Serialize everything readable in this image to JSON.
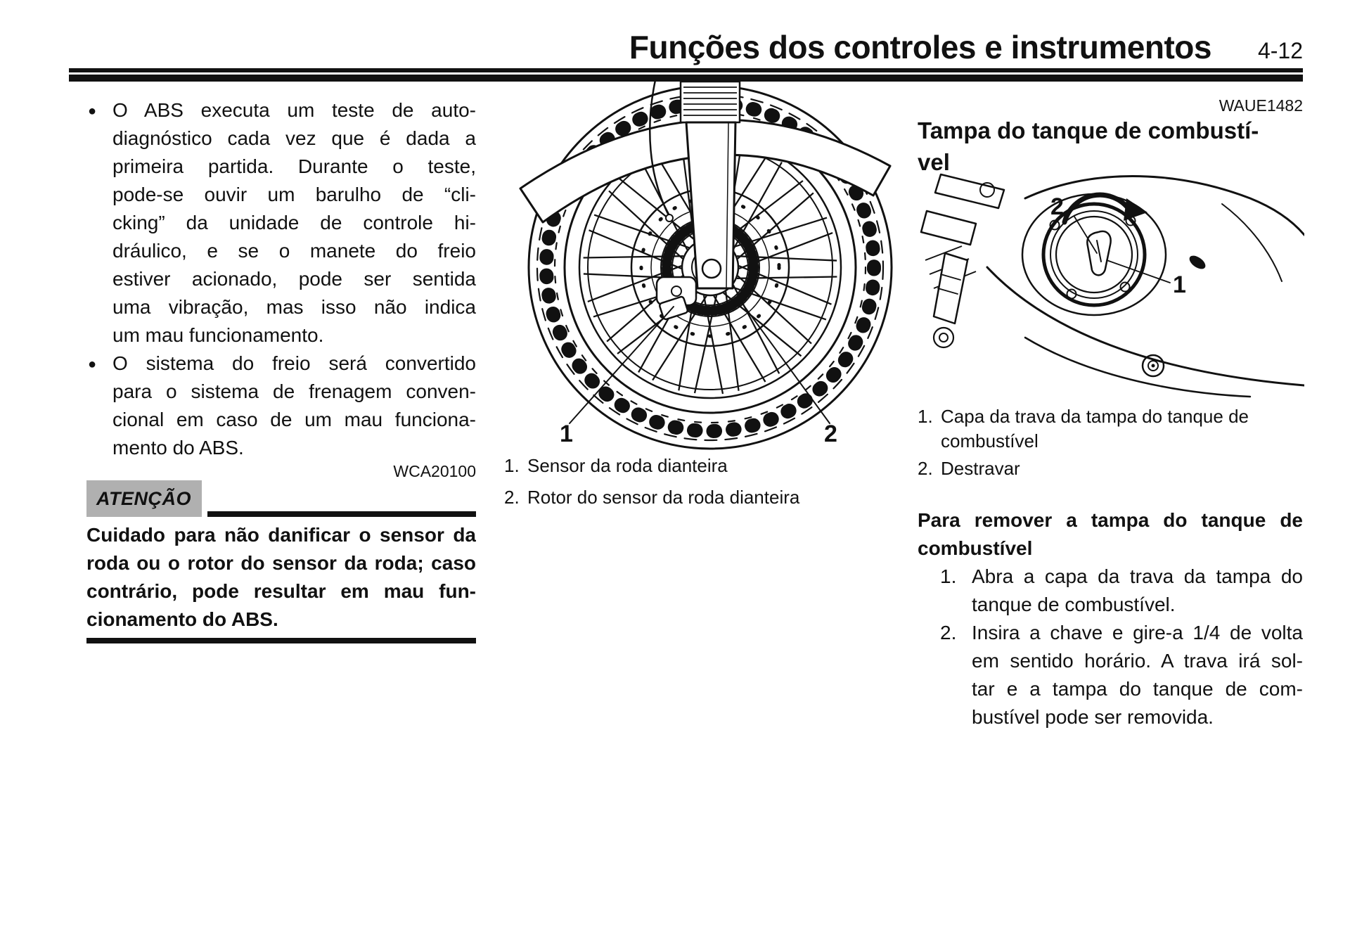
{
  "colors": {
    "paper": "#ffffff",
    "ink": "#111111",
    "notice_bg": "#b0b0b0"
  },
  "header": {
    "title": "Funções dos controles e instrumentos",
    "page_number": "4-12"
  },
  "left_column": {
    "bullet_glyph": "●",
    "bullets": [
      {
        "lines": [
          "O ABS executa um teste de auto-",
          "diagnóstico cada vez que é dada a",
          "primeira partida. Durante o teste,",
          "pode-se ouvir um barulho de “cli-",
          "cking” da unidade de controle hi-",
          "dráulico, e se o manete do freio",
          "estiver acionado, pode ser sentida",
          "uma vibração, mas isso não indica",
          "um mau funcionamento."
        ]
      },
      {
        "lines": [
          "O sistema do freio será convertido",
          "para o sistema de frenagem conven-",
          "cional em caso de um mau funciona-",
          "mento do ABS."
        ]
      }
    ],
    "code": "WCA20100",
    "notice": {
      "label": "ATENÇÃO",
      "lines": [
        "Cuidado para não danificar o sensor da",
        "roda ou o rotor do sensor da roda; caso",
        "contrário, pode resultar em mau fun-",
        "cionamento do ABS."
      ]
    }
  },
  "middle_figure": {
    "labels": {
      "sensor": "1",
      "rotor": "2"
    },
    "captions": [
      {
        "number": "1.",
        "text": "Sensor da roda dianteira"
      },
      {
        "number": "2.",
        "text": "Rotor do sensor da roda dianteira"
      }
    ]
  },
  "right_column": {
    "code": "WAUE1482",
    "title_lines": [
      "Tampa do tanque de combustí-",
      "vel"
    ],
    "figure_labels": {
      "cover": "1",
      "unlock": "2"
    },
    "captions": [
      {
        "number": "1.",
        "lines": [
          "Capa da trava da tampa do tanque de",
          "combustível"
        ]
      },
      {
        "number": "2.",
        "lines": [
          "Destravar"
        ]
      }
    ],
    "subheading_lines": [
      "Para remover a tampa do tanque de",
      "combustível"
    ],
    "steps": [
      {
        "number": "1.",
        "lines": [
          "Abra a capa da trava da tampa do",
          "tanque de combustível."
        ]
      },
      {
        "number": "2.",
        "lines": [
          "Insira a chave e gire-a 1/4 de volta",
          "em sentido horário. A trava irá sol-",
          "tar e a tampa do tanque de com-",
          "bustível pode ser removida."
        ]
      }
    ]
  }
}
